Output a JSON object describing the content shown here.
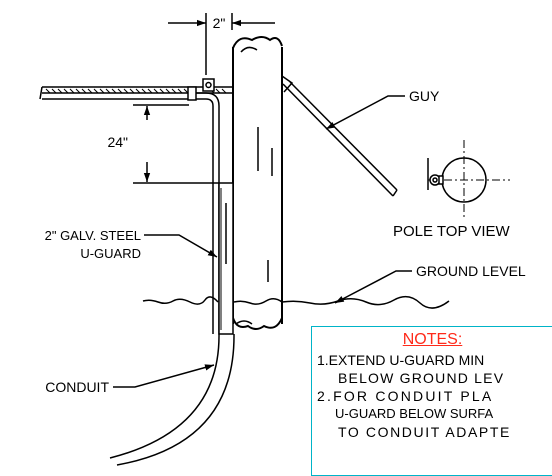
{
  "labels": {
    "dim_top": "2\"",
    "dim_side": "24\"",
    "guy": "GUY",
    "pole_top_view": "POLE TOP VIEW",
    "uguard_line1": "2\" GALV. STEEL",
    "uguard_line2": "U-GUARD",
    "ground_level": "GROUND LEVEL",
    "conduit": "CONDUIT"
  },
  "notes": {
    "title": "NOTES:",
    "lines": [
      "1.EXTEND U-GUARD MIN",
      "BELOW GROUND LEV",
      "2.FOR CONDUIT PLA",
      "U-GUARD BELOW SURFA",
      "TO CONDUIT ADAPTE"
    ]
  },
  "colors": {
    "line": "#000000",
    "notes_border": "#00b4c8",
    "notes_title": "#ff2a1a"
  }
}
